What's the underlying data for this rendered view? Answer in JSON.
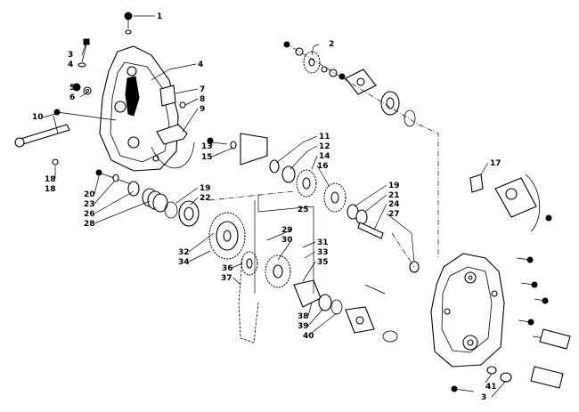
{
  "diagram": {
    "callouts": [
      "1",
      "2",
      "3",
      "4",
      "4",
      "5",
      "6",
      "7",
      "8",
      "9",
      "10",
      "11",
      "12",
      "13",
      "14",
      "15",
      "16",
      "17",
      "18",
      "18",
      "19",
      "19",
      "20",
      "21",
      "22",
      "23",
      "24",
      "25",
      "26",
      "27",
      "28",
      "29",
      "30",
      "31",
      "32",
      "33",
      "34",
      "35",
      "36",
      "37",
      "38",
      "39",
      "40",
      "41",
      "3"
    ]
  },
  "colors": {
    "ink": "#000000",
    "paper": "#ffffff"
  }
}
